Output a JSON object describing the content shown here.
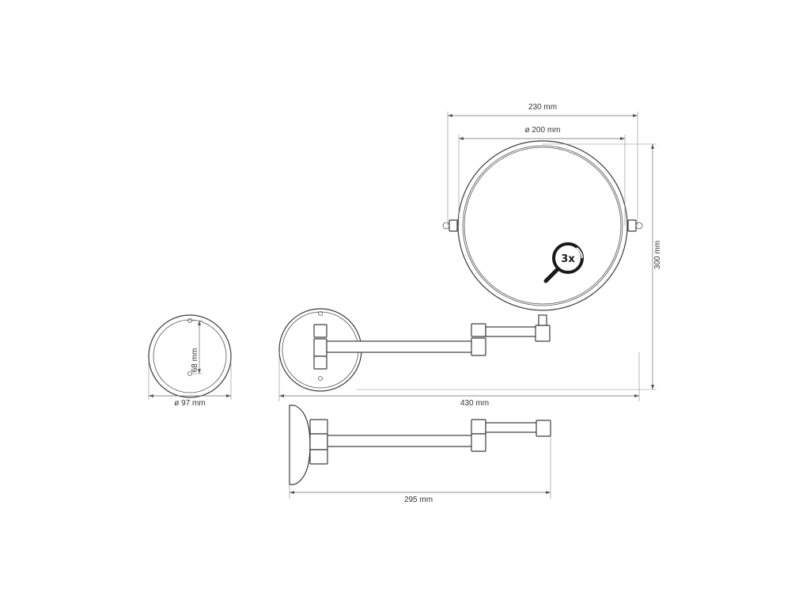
{
  "dimensions": {
    "overall_width": "230 mm",
    "mirror_diameter": "ø 200 mm",
    "height": "300 mm",
    "extension_length": "430 mm",
    "mount_diameter": "ø 97 mm",
    "hole_spacing": "68 mm",
    "depth": "295 mm"
  },
  "magnification_badge": "3x",
  "icons": {
    "magnifier": "magnifier-icon"
  },
  "colors": {
    "line": "#3c3c3c",
    "dimension": "#6a6a6a",
    "badge": "#1a1a1a"
  }
}
